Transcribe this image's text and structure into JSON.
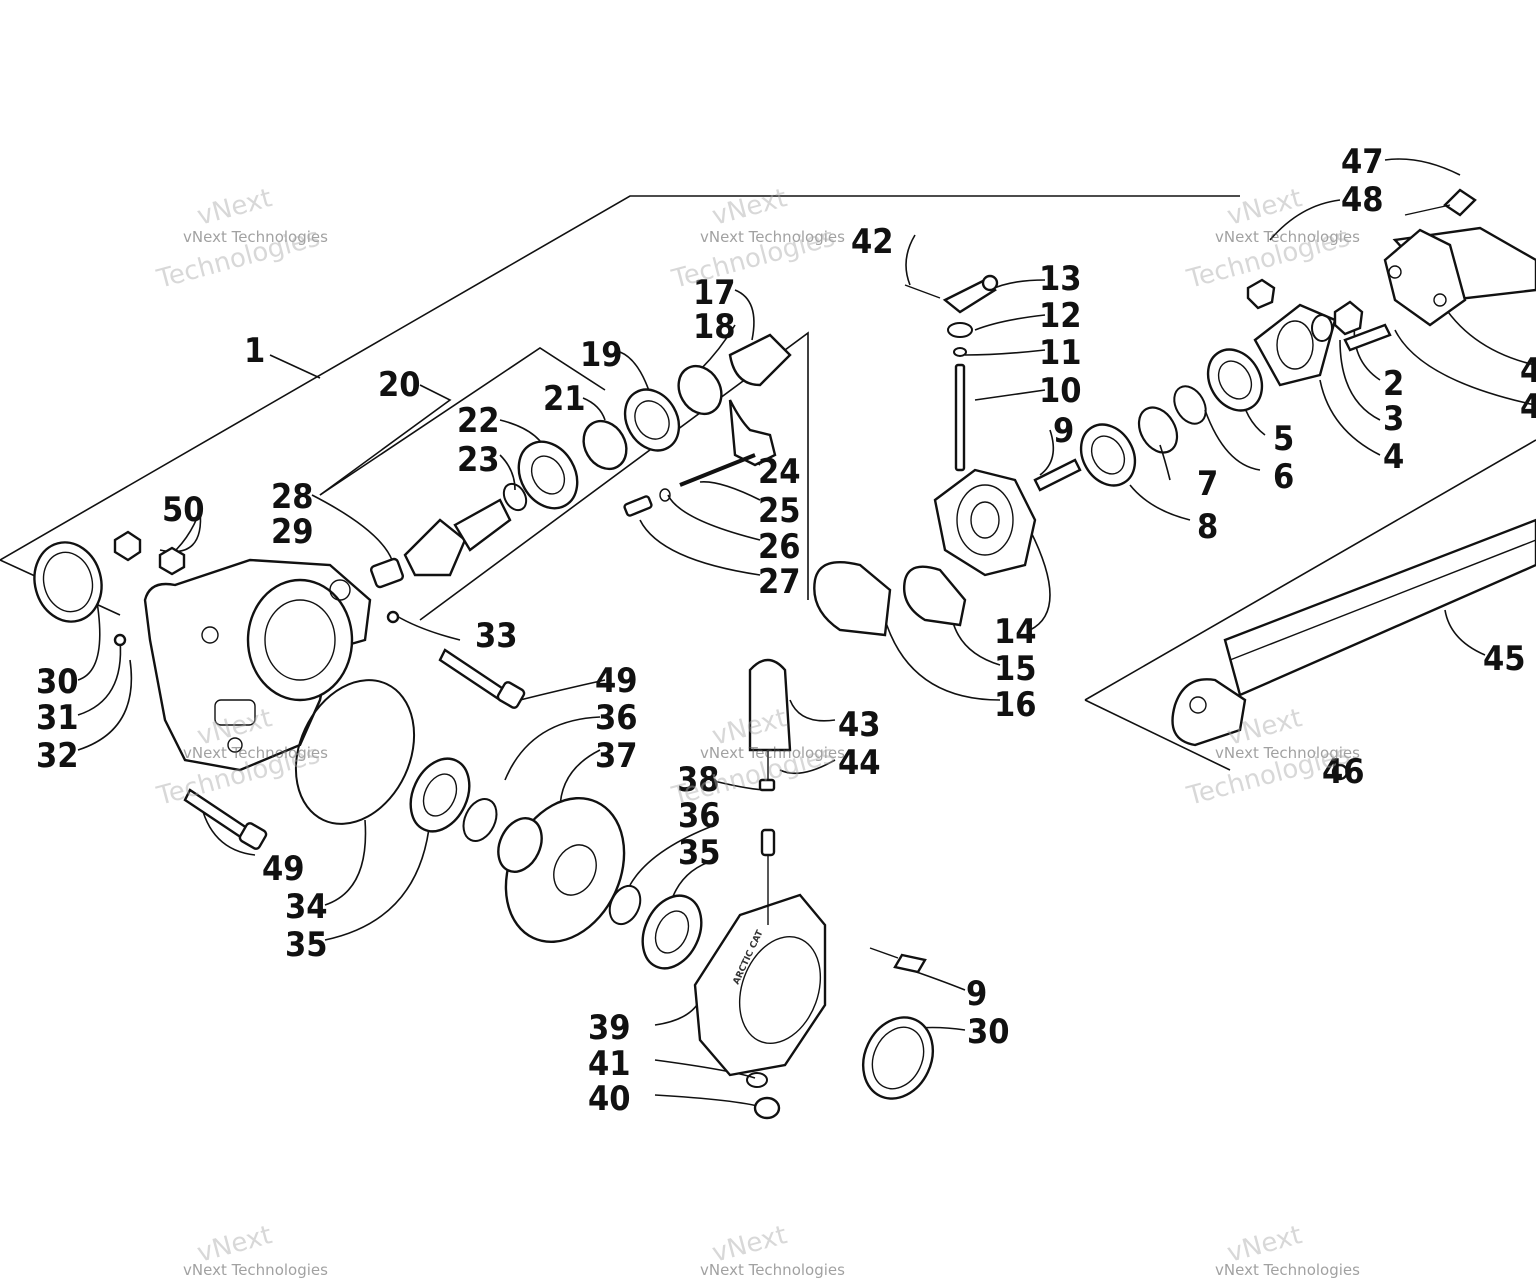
{
  "callouts": {
    "c1": "1",
    "c2": "2",
    "c3": "3",
    "c4": "4",
    "c5": "5",
    "c6": "6",
    "c7": "7",
    "c8": "8",
    "c9": "9",
    "c10": "10",
    "c11": "11",
    "c12": "12",
    "c13": "13",
    "c14": "14",
    "c15": "15",
    "c16": "16",
    "c17": "17",
    "c18": "18",
    "c19": "19",
    "c20": "20",
    "c21": "21",
    "c22": "22",
    "c23": "23",
    "c24": "24",
    "c25": "25",
    "c26": "26",
    "c27": "27",
    "c28": "28",
    "c29": "29",
    "c30": "30",
    "c31": "31",
    "c32": "32",
    "c33": "33",
    "c34": "34",
    "c35": "35",
    "c36": "36",
    "c37": "37",
    "c38": "38",
    "c39": "39",
    "c40": "40",
    "c41": "41",
    "c42": "42",
    "c43": "43",
    "c44": "44",
    "c45": "45",
    "c46": "46",
    "c47": "47",
    "c48": "48",
    "c49": "49",
    "c50": "50"
  },
  "watermark": {
    "company": "vNext Technologies",
    "brand": "vNext",
    "word": "Technologies"
  },
  "stamp_text": "ARCTIC CAT"
}
